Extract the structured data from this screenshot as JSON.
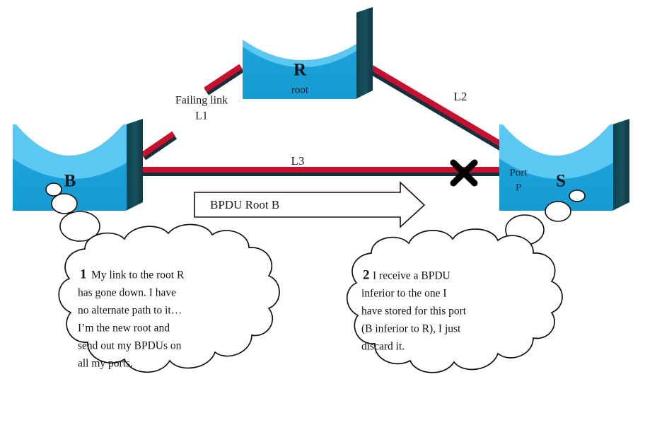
{
  "diagram": {
    "title": "Spanning Tree failing-link BPDU scenario",
    "background": "#ffffff",
    "colors": {
      "switch_body": "#19A3DC",
      "switch_top_light": "#5CC8F2",
      "switch_side_dark": "#14505E",
      "link_red": "#C8102E",
      "link_shadow": "#13303C",
      "outline_black": "#111111",
      "text_dark": "#1a1a1a"
    }
  },
  "switches": [
    {
      "id": "R",
      "name": "R",
      "sub": "root",
      "role": "root-bridge"
    },
    {
      "id": "B",
      "name": "B",
      "sub": "",
      "role": "bridge"
    },
    {
      "id": "S",
      "name": "S",
      "sub": "",
      "role": "bridge",
      "port_label_line1": "Port",
      "port_label_line2": "P"
    }
  ],
  "links": [
    {
      "id": "L1",
      "label": "L1",
      "from": "B",
      "to": "R",
      "state": "failing",
      "annotation": "Failing link"
    },
    {
      "id": "L2",
      "label": "L2",
      "from": "R",
      "to": "S",
      "state": "up"
    },
    {
      "id": "L3",
      "label": "L3",
      "from": "B",
      "to": "S",
      "state": "blocked-at-S"
    }
  ],
  "annotations": {
    "failing_link_line1": "Failing link",
    "failing_link_line2": "L1",
    "cross_mark": "✖",
    "cross_mark_name": "blocked-port-x-mark"
  },
  "bpdu_arrow": {
    "label": "BPDU Root B",
    "direction": "right",
    "from": "B",
    "to": "S"
  },
  "thought_bubbles": [
    {
      "owner": "B",
      "number": "1",
      "lines": [
        "My link to the root R",
        "has gone down. I have",
        "no alternate path to it…",
        "I’m the new root and",
        "send out my BPDUs on",
        "all my ports."
      ]
    },
    {
      "owner": "S",
      "number": "2",
      "lines": [
        "I receive a BPDU",
        "inferior to the one I",
        "have stored for this port",
        "(B inferior to R), I just",
        "discard it."
      ]
    }
  ]
}
